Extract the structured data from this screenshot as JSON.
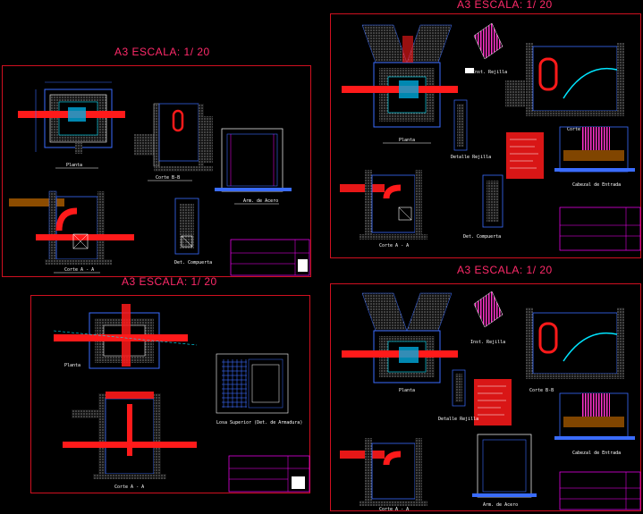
{
  "sheets": [
    {
      "id": "sheet-top-left",
      "title": "A3 ESCALA: 1/ 20",
      "labels": {
        "planta": "Planta",
        "corte_bb": "Corte B-B",
        "corte_aa": "Corte A - A",
        "arm_acero": "Arm. de Acero",
        "det_compuerta": "Det. Compuerta"
      }
    },
    {
      "id": "sheet-top-right",
      "title": "A3 ESCALA: 1/ 20",
      "labels": {
        "planta": "Planta",
        "inst_rejilla": "Inst. Rejilla",
        "corte_bb": "Corte B-B",
        "detalle_rejilla": "Detalle Rejilla",
        "corte_aa": "Corte A - A",
        "det_compuerta": "Det. Compuerta",
        "cabezal": "Cabezal de Entrada"
      }
    },
    {
      "id": "sheet-bottom-left",
      "title": "A3 ESCALA: 1/ 20",
      "labels": {
        "planta": "Planta",
        "corte_aa": "Corte A - A",
        "losa": "Losa Superior (Det. de Armadura)"
      }
    },
    {
      "id": "sheet-bottom-right",
      "title": "A3 ESCALA: 1/ 20",
      "labels": {
        "planta": "Planta",
        "inst_rejilla": "Inst. Rejilla",
        "corte_bb": "Corte B-B",
        "detalle_rejilla": "Detalle Rejilla",
        "corte_aa": "Corte A - A",
        "arm_acero": "Arm. de Acero",
        "cabezal": "Cabezal de Entrada"
      }
    }
  ],
  "colors": {
    "frame": "#d01020",
    "title": "#ff2a6a",
    "pipe": "#ff1a1a",
    "structure": "#2255ff",
    "fill": "#e8e8e8",
    "accent": "#ff00ff",
    "cyan": "#00e5ff",
    "dim": "#ffff66",
    "wall": "#3a6cff"
  }
}
